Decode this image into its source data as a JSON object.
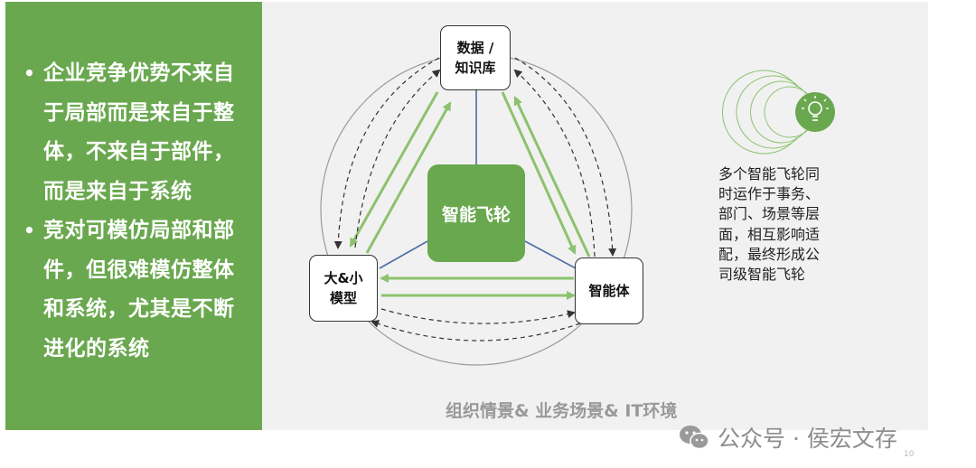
{
  "left_panel": {
    "bullets": [
      {
        "text": "企业竞争优势不来自于局部而是来自于整体，不来自于部件，而是来自于系统"
      },
      {
        "text": "竞对可模仿局部和部件，但很难模仿整体和系统，尤其是不断进化的系统"
      }
    ],
    "bullet_lines": [
      [
        "企业竞争优势不来自",
        "于局部而是来自于整",
        "体，不来自于部件，",
        "而是来自于系统"
      ],
      [
        "竞对可模仿局部和部",
        "件，但很难模仿整体",
        "和系统，尤其是不断",
        "进化的系统"
      ]
    ]
  },
  "diagram": {
    "center_label": "智能飞轮",
    "nodes": {
      "top": {
        "line1": "数据 /",
        "line2": "知识库"
      },
      "left": {
        "line1": "大&小",
        "line2": "模型"
      },
      "right": {
        "line1": "智能体"
      }
    },
    "description_lines": [
      "多个智能飞轮同",
      "时运作于事务、",
      "部门、场景等层",
      "面，相互影响适",
      "配，最终形成公",
      "司级智能飞轮"
    ],
    "bottom_caption": "组织情景& 业务场景& IT环境",
    "icon": "lightbulb-icon"
  },
  "watermark": {
    "text": "公众号 · 侯宏文存",
    "icon": "wechat-icon"
  },
  "page_number": "10",
  "colors": {
    "green": "#6aa84f",
    "light_green": "#8cc26f",
    "panel_gray": "#f1f1f1",
    "edge_blue": "#4a6fa5"
  }
}
